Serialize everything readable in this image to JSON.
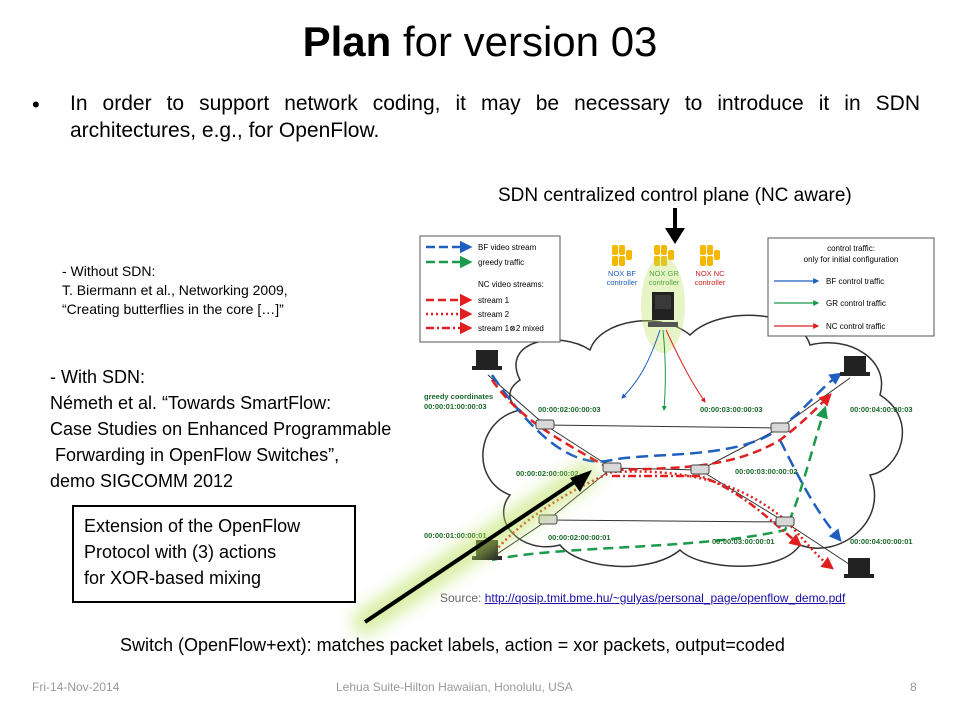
{
  "title": {
    "bold": "Plan",
    "rest": " for version 03"
  },
  "bullet": "In order to support network coding, it may be necessary to  introduce it in SDN architectures,  e.g., for OpenFlow.",
  "sdn_label": "SDN centralized control plane (NC aware)",
  "without_sdn": [
    "- Without SDN:",
    "T. Biermann et al., Networking 2009,",
    "“Creating butterflies in the core […]”"
  ],
  "with_sdn": [
    "- With SDN:",
    "Németh et al. “Towards SmartFlow:",
    "Case Studies on Enhanced Programmable",
    " Forwarding in OpenFlow Switches”,",
    "demo SIGCOMM 2012"
  ],
  "extension_box": [
    "Extension of the OpenFlow",
    "Protocol with (3) actions",
    "for XOR-based mixing"
  ],
  "source": {
    "prefix": "Source: ",
    "url": "http://qosip.tmit.bme.hu/~gulyas/personal_page/openflow_demo.pdf"
  },
  "switch_label": "Switch (OpenFlow+ext): matches packet labels, action = xor packets, output=coded",
  "footer": {
    "date": "Fri-14-Nov-2014",
    "location": "Lehua Suite-Hilton Hawaiian, Honolulu, USA",
    "page": "8"
  },
  "diagram": {
    "legend_left": [
      "BF video stream",
      "greedy traffic",
      "NC video streams:",
      "stream 1",
      "stream 2",
      "stream 1⊗2 mixed"
    ],
    "legend_right": [
      "control traffic:",
      "only for initial configuration",
      "BF control traffic",
      "GR control traffic",
      "NC control traffic"
    ],
    "controllers": [
      {
        "line1": "NOX BF",
        "line2": "controller",
        "color": "#1f5fbf"
      },
      {
        "line1": "NOX GR",
        "line2": "controller",
        "color": "#1a8a3a"
      },
      {
        "line1": "NOX NC",
        "line2": "controller",
        "color": "#d02020"
      }
    ],
    "host_labels": [
      "greedy coordinates",
      "00:00:01:00:00:03",
      "00:00:04:00:00:03",
      "00:00:01:00:00:01",
      "00:00:04:00:00:01"
    ],
    "switch_labels": [
      "00:00:02:00:00:03",
      "00:00:03:00:00:03",
      "00:00:02:00:00:02",
      "00:00:03:00:00:02",
      "00:00:02:00:00:01",
      "00:00:03:00:00:01"
    ],
    "colors": {
      "bf": "#1f5fbf",
      "greedy": "#1a9a4a",
      "nc": "#e02020"
    }
  }
}
